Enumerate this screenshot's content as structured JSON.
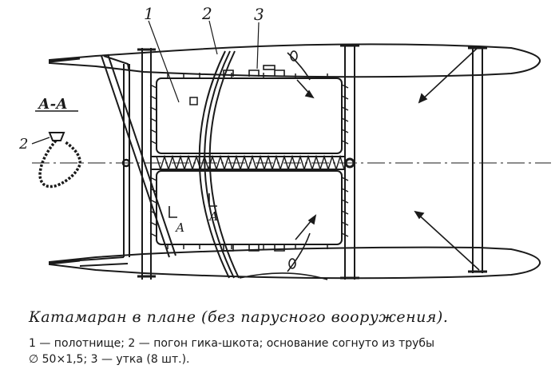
{
  "labels": {
    "callout_1": "1",
    "callout_2": "2",
    "callout_3": "3",
    "section_title": "А-А",
    "section_callout": "2",
    "cut_mark_left": "А",
    "cut_mark_right": "А"
  },
  "caption": {
    "title": "Катамаран в плане (без парусного вооружения).",
    "legend_line_1": "1 — полотнище; 2 — погон гика-шкота; основание согнуто из трубы",
    "legend_line_2": "∅ 50×1,5; 3 — утка (8 шт.)."
  },
  "colors": {
    "ink": "#1a1a1a",
    "paper": "#ffffff"
  }
}
